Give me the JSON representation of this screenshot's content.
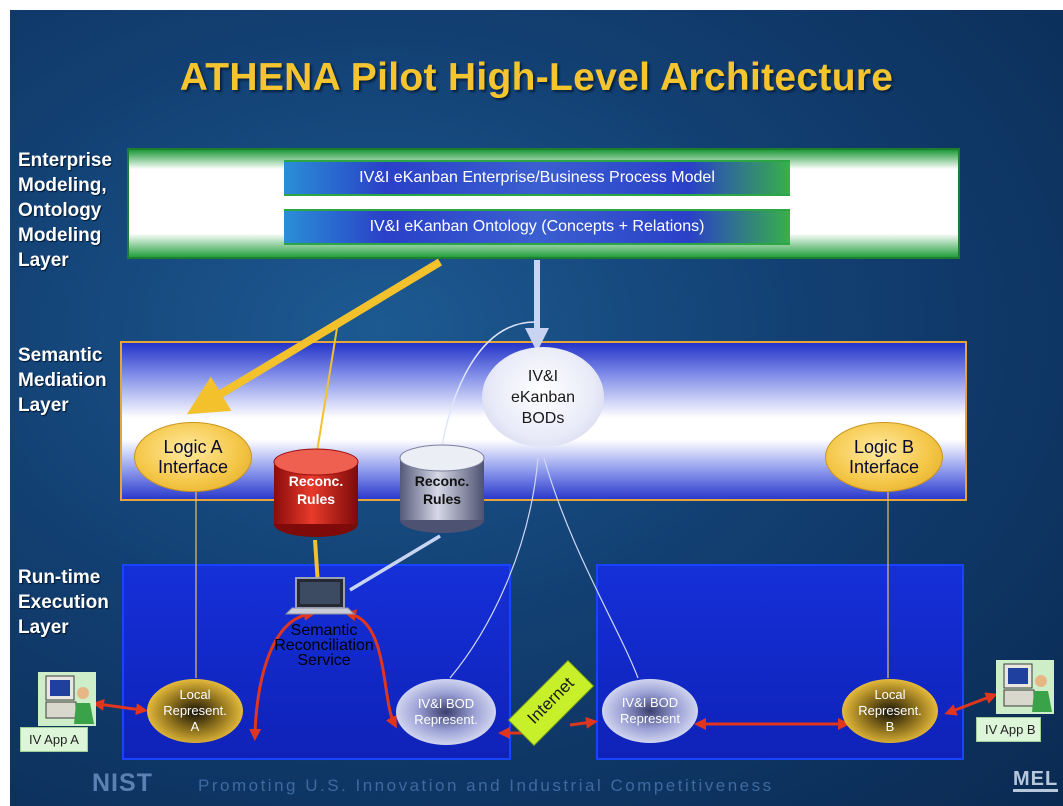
{
  "slide": {
    "title": "ATHENA Pilot High-Level Architecture",
    "layers": {
      "enterprise": "Enterprise\nModeling,\nOntology\nModeling\nLayer",
      "semantic": "Semantic\nMediation\nLayer",
      "runtime": "Run-time\nExecution\nLayer"
    },
    "models": {
      "process_model": "IV&I eKanban Enterprise/Business Process Model",
      "ontology": "IV&I eKanban Ontology (Concepts + Relations)"
    },
    "semantic_layer": {
      "logic_a": "Logic A\nInterface",
      "logic_b": "Logic B\nInterface",
      "bods": "IV&I\neKanban\nBODs",
      "rules_red": "Reconc.\nRules",
      "rules_gray": "Reconc.\nRules"
    },
    "runtime_layer": {
      "service": "Semantic\nReconciliation\nService",
      "local_a": "Local\nRepresent.\nA",
      "local_b": "Local\nRepresent.\nB",
      "bod_left": "IV&I BOD\nRepresent.",
      "bod_right": "IV&I BOD\nRepresent",
      "internet": "Internet",
      "app_a": "IV App A",
      "app_b": "IV App B"
    },
    "footer": {
      "tagline": "Promoting U.S. Innovation and Industrial Competitiveness",
      "logo_left": "NIST",
      "logo_right": "MEL"
    },
    "colors": {
      "background": "#123f72",
      "title": "#f5c530",
      "arrow_yellow": "#f2c12c",
      "arrow_red": "#e0361e",
      "arrow_pale": "#c8d4f2"
    }
  }
}
